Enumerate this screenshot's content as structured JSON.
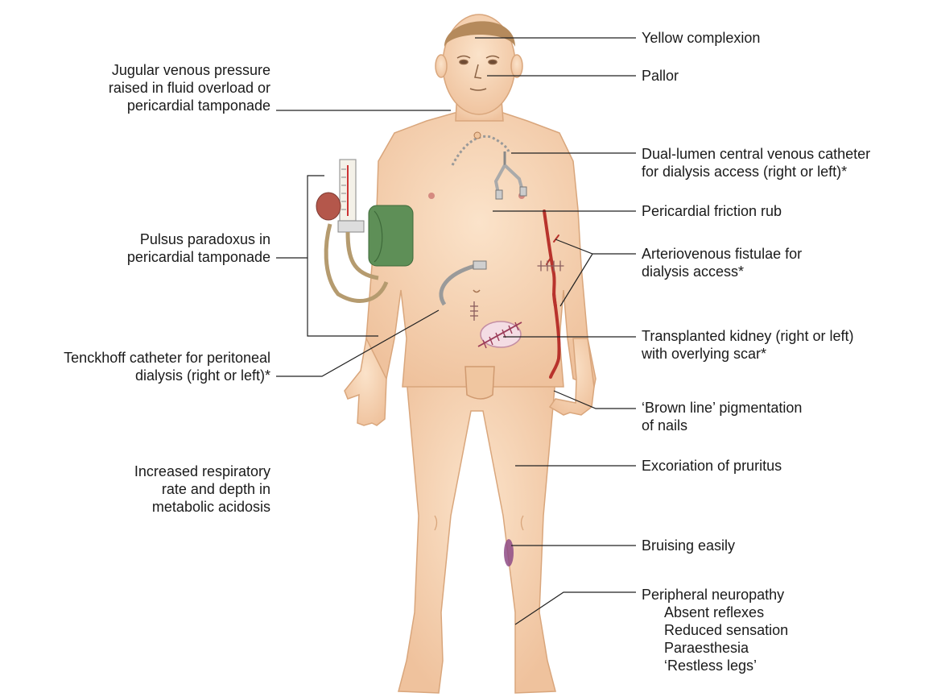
{
  "labels": {
    "jvp": [
      "Jugular venous pressure",
      "raised in fluid overload or",
      "pericardial tamponade"
    ],
    "pulsus": [
      "Pulsus paradoxus in",
      "pericardial tamponade"
    ],
    "tenckhoff": [
      "Tenckhoff catheter for peritoneal",
      "dialysis (right or left)*"
    ],
    "respiratory": [
      "Increased respiratory",
      "rate and depth in",
      "metabolic acidosis"
    ],
    "yellow": [
      "Yellow complexion"
    ],
    "pallor": [
      "Pallor"
    ],
    "catheter": [
      "Dual-lumen central venous catheter",
      "for dialysis access (right or left)*"
    ],
    "friction": [
      "Pericardial friction rub"
    ],
    "fistulae": [
      "Arteriovenous fistulae for",
      "dialysis access*"
    ],
    "kidney": [
      "Transplanted kidney (right or left)",
      "with overlying scar*"
    ],
    "brown": [
      "‘Brown line’ pigmentation",
      "of nails"
    ],
    "pruritus": [
      "Excoriation of pruritus"
    ],
    "bruising": [
      "Bruising easily"
    ],
    "neuropathy": [
      "Peripheral neuropathy",
      "Absent reflexes",
      "Reduced sensation",
      "Paraesthesia",
      "‘Restless legs’"
    ]
  },
  "colors": {
    "skin": "#f7d5b4",
    "skin_shadow": "#e8b891",
    "hair": "#b58a5c",
    "cuff": "#5e8f57",
    "bulb": "#b4574b",
    "vessel": "#b8332c",
    "bruise": "#8e4b86",
    "line": "#222222"
  },
  "icons": [
    "body-figure",
    "sphygmomanometer",
    "central-venous-catheter",
    "tenckhoff-catheter",
    "av-fistula",
    "transplanted-kidney",
    "bruise"
  ]
}
